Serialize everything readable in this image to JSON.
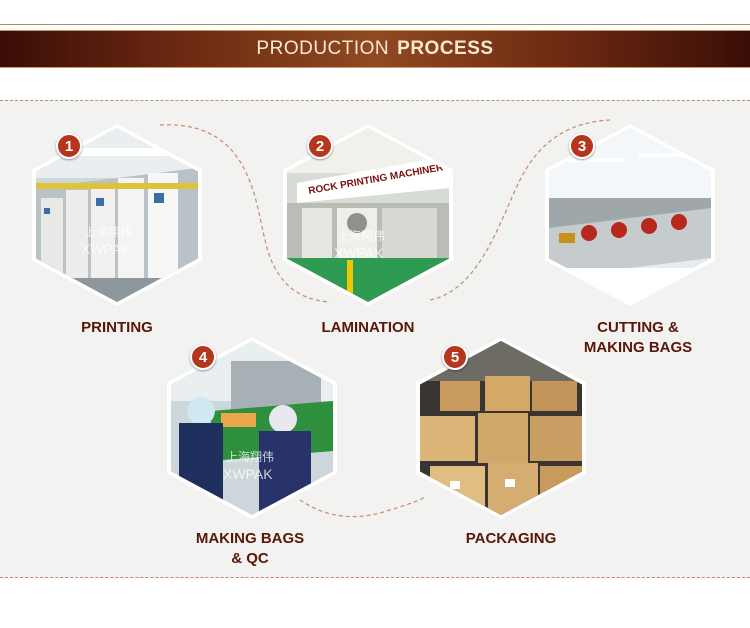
{
  "banner": {
    "title_light": "PRODUCTION",
    "title_bold": "PROCESS"
  },
  "colors": {
    "banner_dark": "#3a0d06",
    "banner_mid": "#8f4a22",
    "label": "#5a1608",
    "badge": "#b5361c",
    "dash": "#c58a72"
  },
  "steps": [
    {
      "number": "1",
      "label_line1": "PRINTING",
      "label_line2": "",
      "icon": "printing-machine-photo",
      "watermark_cn": "上海翔伟",
      "watermark_en": "XWPAK"
    },
    {
      "number": "2",
      "label_line1": "LAMINATION",
      "label_line2": "",
      "icon": "lamination-machine-photo",
      "sign_text": "ROCK  PRINTING  MACHINER",
      "watermark_cn": "上海翔伟",
      "watermark_en": "XWPAK"
    },
    {
      "number": "3",
      "label_line1": "CUTTING &",
      "label_line2": "MAKING BAGS",
      "icon": "bag-making-machines-photo"
    },
    {
      "number": "4",
      "label_line1": "MAKING BAGS",
      "label_line2": "& QC",
      "icon": "workers-qc-photo",
      "watermark_cn": "上海翔伟",
      "watermark_en": "XWPAK"
    },
    {
      "number": "5",
      "label_line1": "PACKAGING",
      "label_line2": "",
      "icon": "cardboard-boxes-photo"
    }
  ]
}
